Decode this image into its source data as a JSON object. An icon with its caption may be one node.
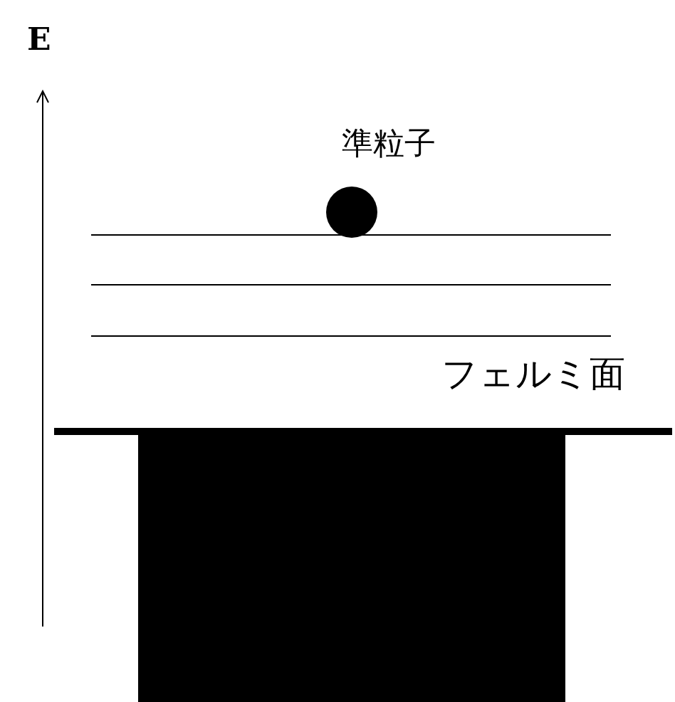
{
  "diagram": {
    "labels": [
      "E",
      "準粒子",
      "フェルミ面"
    ]
  }
}
